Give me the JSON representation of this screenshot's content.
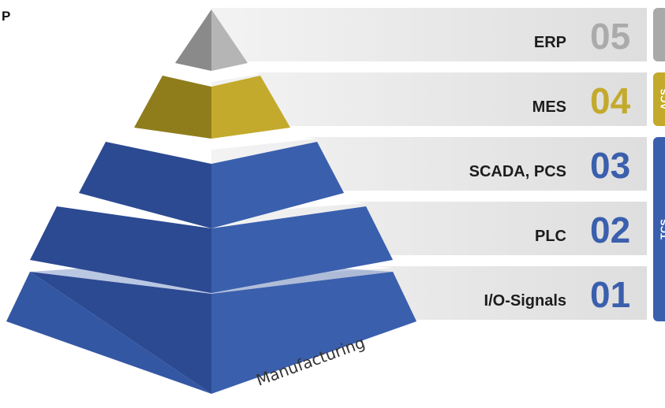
{
  "left_label": "P",
  "levels": [
    {
      "name": "ERP",
      "number": "05",
      "color": "#ababab"
    },
    {
      "name": "MES",
      "number": "04",
      "color": "#c3aa2c"
    },
    {
      "name": "SCADA, PCS",
      "number": "03",
      "color": "#3a5fad"
    },
    {
      "name": "PLC",
      "number": "02",
      "color": "#3a5fad"
    },
    {
      "name": "I/O-Signals",
      "number": "01",
      "color": "#3a5fad"
    }
  ],
  "groups": [
    {
      "label": "",
      "color": "#a9a9a9"
    },
    {
      "label": "ACS",
      "color": "#c3aa2c"
    },
    {
      "label": "TCS",
      "color": "#3a5fad"
    }
  ],
  "base_label": "Manufacturing",
  "colors": {
    "blue": "#3a5fad",
    "blue_dark": "#2a4790",
    "gold": "#c3aa2c",
    "gold_dark": "#9e8a1f",
    "grey": "#9c9c9c",
    "band": "#e3e3e3"
  }
}
